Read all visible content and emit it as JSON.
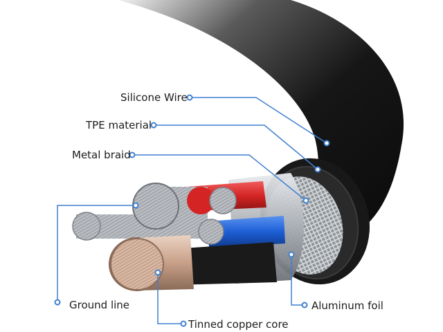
{
  "labels": {
    "silicone_wire": "Silicone Wire",
    "tpe_material": "TPE material",
    "metal_braid": "Metal braid",
    "ground_line": "Ground line",
    "tinned_copper_core": "Tinned copper core",
    "aluminum_foil": "Aluminum foil"
  },
  "colors": {
    "leader_line": "#3f7fd0",
    "dot_fill": "#ffffff",
    "jacket": "#141414",
    "braid": "#9a9ea3",
    "red_wire": "#d42424",
    "blue_wire": "#1e5fd6",
    "copper": "#c49a80"
  }
}
